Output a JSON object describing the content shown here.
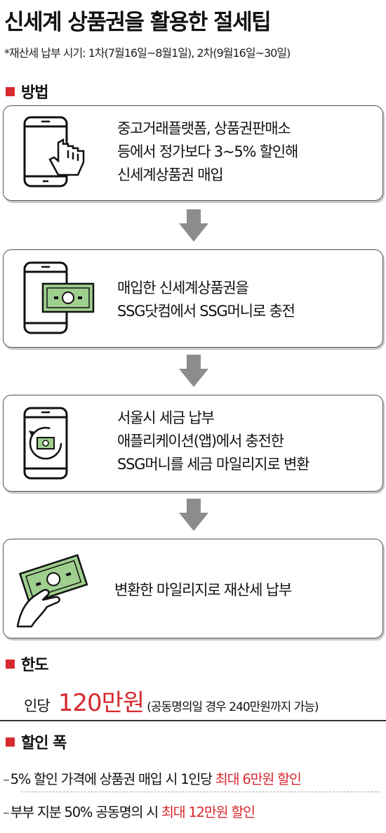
{
  "title": "신세계 상품권을 활용한 절세팁",
  "note": "*재산세 납부 시기: 1차(7월16일~8월1일), 2차(9월16일~30일)",
  "method": {
    "heading": "방법",
    "steps": [
      {
        "lines": [
          "중고거래플랫폼, 상품권판매소",
          "등에서 정가보다 3~5% 할인해",
          "신세계상품권 매입"
        ],
        "icon": "phone-hand-click-icon"
      },
      {
        "lines": [
          "매입한 신세계상품권을",
          "SSG닷컴에서 SSG머니로 충전"
        ],
        "icon": "phone-banknote-icon"
      },
      {
        "lines": [
          "서울시 세금 납부",
          "애플리케이션(앱)에서 충전한",
          "SSG머니를 세금 마일리지로 변환"
        ],
        "icon": "phone-exchange-icon"
      },
      {
        "lines": [
          "변환한 마일리지로 재산세 납부"
        ],
        "icon": "hand-banknote-icon"
      }
    ]
  },
  "limit": {
    "heading": "한도",
    "prefix": "인당",
    "amount": "120만원",
    "suffix": "(공동명의일 경우 240만원까지 가능)"
  },
  "discount": {
    "heading": "할인 폭",
    "items": [
      {
        "text": "5% 할인 가격에 상품권 매입 시 1인당 ",
        "highlight": "최대 6만원 할인"
      },
      {
        "text": "부부 지분 50% 공동명의 시 ",
        "highlight": "최대 12만원 할인"
      }
    ]
  },
  "colors": {
    "accent": "#d72a2f",
    "money_green": "#9fcf8e",
    "arrow_gray": "#8c8c8c"
  }
}
